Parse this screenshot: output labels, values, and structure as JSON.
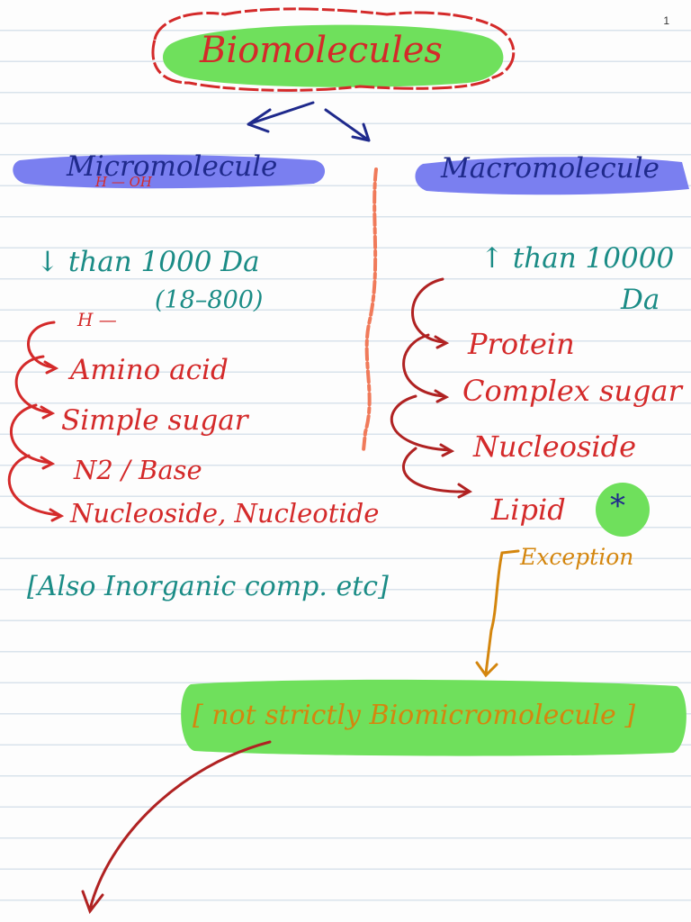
{
  "page_number": "1",
  "title": "Biomolecules",
  "branches": {
    "micro": {
      "label": "Micromolecule",
      "note": "H — OH",
      "mass_line_1": "↓ than 1000 Da",
      "mass_line_2": "(18–800)",
      "h_mark": "H —",
      "items": [
        "Amino acid",
        "Simple sugar",
        "N2 / Base",
        "Nucleoside, Nucleotide"
      ]
    },
    "macro": {
      "label": "Macromolecule",
      "mass_line_1": "↑ than 10000",
      "mass_line_2": "Da",
      "items": [
        "Protein",
        "Complex sugar",
        "Nucleoside",
        "Lipid"
      ],
      "star": "*",
      "exception": "Exception"
    }
  },
  "inorganic_note": "[Also Inorganic comp. etc]",
  "not_strictly_note": "[ not strictly Biomicromolecule ]",
  "colors": {
    "red_ink": "#d42a2a",
    "dark_red_ink": "#b02222",
    "teal_ink": "#1b8c86",
    "navy_ink": "#1f2a8c",
    "orange_ink": "#d4860e",
    "green_highlight": "#6fe05c",
    "blue_highlight": "#7a7ff0",
    "salmon_ink": "#f07a5a"
  }
}
